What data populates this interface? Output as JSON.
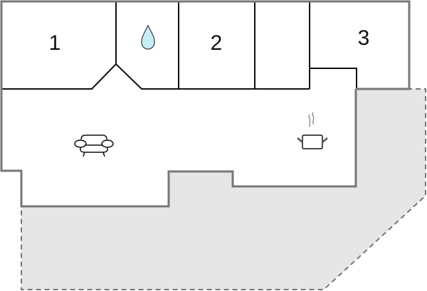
{
  "floorplan": {
    "rooms": [
      {
        "id": "room-1",
        "label": "1",
        "type": "bedroom"
      },
      {
        "id": "bathroom",
        "label": "",
        "type": "bathroom",
        "icon": "water-drop-icon"
      },
      {
        "id": "room-2",
        "label": "2",
        "type": "bedroom"
      },
      {
        "id": "closet",
        "label": "",
        "type": "storage"
      },
      {
        "id": "room-3",
        "label": "3",
        "type": "bedroom"
      },
      {
        "id": "living-area",
        "label": "",
        "type": "living",
        "icon": "sofa-icon"
      },
      {
        "id": "kitchen",
        "label": "",
        "type": "kitchen",
        "icon": "cooking-pot-icon"
      }
    ],
    "terrace": {
      "type": "outdoor-terrace",
      "style": "dashed-outline"
    },
    "colors": {
      "outer_wall": "#777777",
      "inner_wall": "#111111",
      "terrace_fill": "#e6e6e6",
      "drop_fill": "#c8eef5"
    }
  }
}
